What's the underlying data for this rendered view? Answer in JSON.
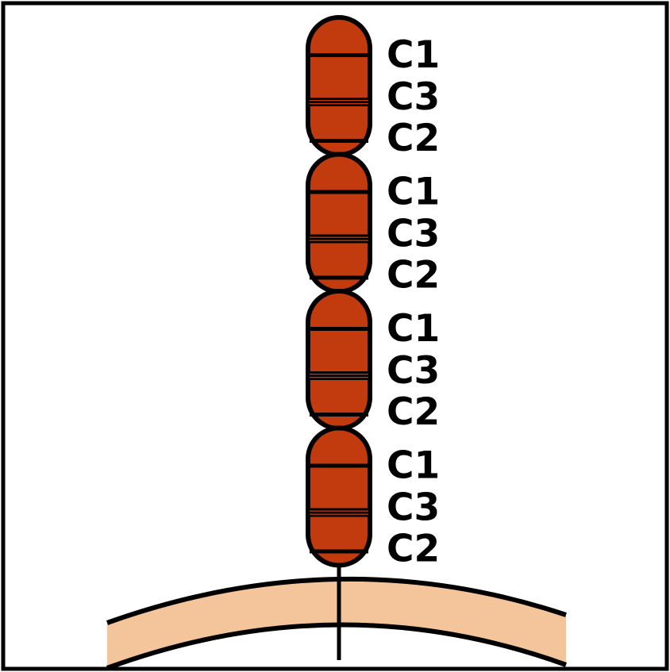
{
  "colors": {
    "frame": "#000000",
    "domain_fill": "#c23b0f",
    "band": "#000000",
    "membrane_fill": "#f4c49a",
    "background": "#ffffff"
  },
  "domains": [
    {
      "labels": [
        "C1",
        "C3",
        "C2"
      ]
    },
    {
      "labels": [
        "C1",
        "C3",
        "C2"
      ]
    },
    {
      "labels": [
        "C1",
        "C3",
        "C2"
      ]
    },
    {
      "labels": [
        "C1",
        "C3",
        "C2"
      ]
    }
  ]
}
